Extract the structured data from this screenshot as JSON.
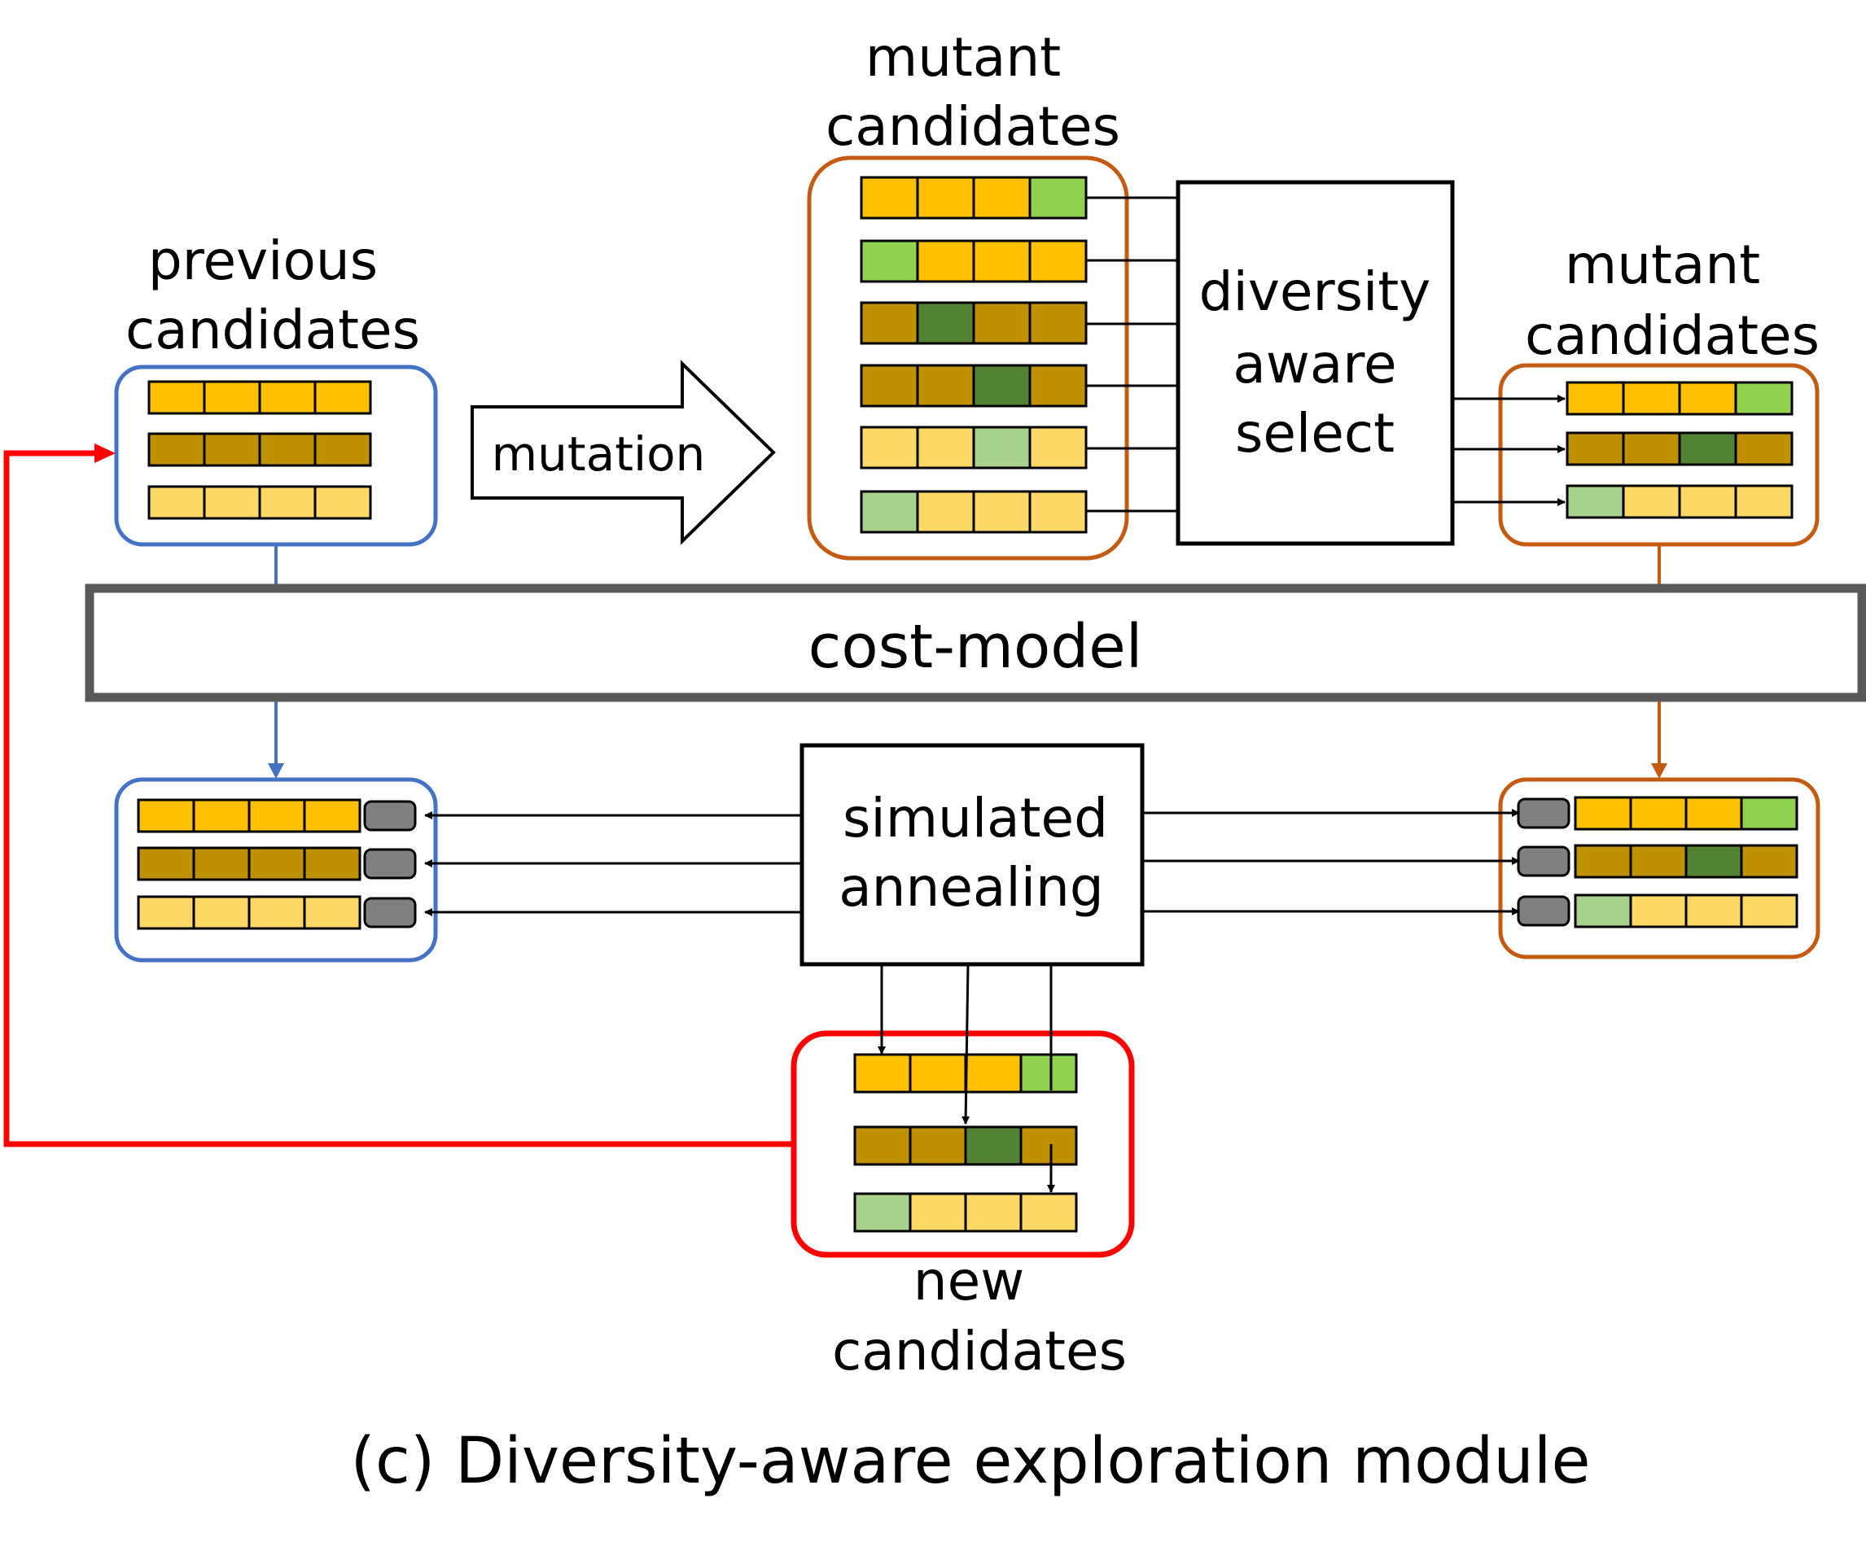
{
  "colors": {
    "orange": "#FFC000",
    "olive": "#BF9000",
    "light_yellow": "#FFD966",
    "light_green": "#92D050",
    "dark_green": "#548235",
    "pale_green": "#A9D18E",
    "gray": "#808080",
    "blue": "#4472C4",
    "brown": "#C55A11",
    "red": "#FF0000",
    "cost_model_border": "#595959"
  },
  "labels": {
    "previous_candidates": [
      "previous",
      "candidates"
    ],
    "mutant_candidates_top": [
      "mutant",
      "candidates"
    ],
    "mutant_candidates_right": [
      "mutant",
      "candidates"
    ],
    "new_candidates": [
      "new",
      "candidates"
    ],
    "mutation": "mutation",
    "diversity_select": [
      "diversity",
      "aware",
      "select"
    ],
    "cost_model": "cost-model",
    "simulated_annealing": [
      "simulated",
      "annealing"
    ],
    "caption": "(c) Diversity-aware exploration module"
  },
  "candidates": {
    "previous": [
      [
        "orange",
        "orange",
        "orange",
        "orange"
      ],
      [
        "olive",
        "olive",
        "olive",
        "olive"
      ],
      [
        "light_yellow",
        "light_yellow",
        "light_yellow",
        "light_yellow"
      ]
    ],
    "mutants": [
      [
        "orange",
        "orange",
        "orange",
        "light_green"
      ],
      [
        "light_green",
        "orange",
        "orange",
        "orange"
      ],
      [
        "olive",
        "dark_green",
        "olive",
        "olive"
      ],
      [
        "olive",
        "olive",
        "dark_green",
        "olive"
      ],
      [
        "light_yellow",
        "light_yellow",
        "pale_green",
        "light_yellow"
      ],
      [
        "pale_green",
        "light_yellow",
        "light_yellow",
        "light_yellow"
      ]
    ],
    "selected": [
      [
        "orange",
        "orange",
        "orange",
        "light_green"
      ],
      [
        "olive",
        "olive",
        "dark_green",
        "olive"
      ],
      [
        "pale_green",
        "light_yellow",
        "light_yellow",
        "light_yellow"
      ]
    ],
    "scored_previous": [
      [
        "orange",
        "orange",
        "orange",
        "orange"
      ],
      [
        "olive",
        "olive",
        "olive",
        "olive"
      ],
      [
        "light_yellow",
        "light_yellow",
        "light_yellow",
        "light_yellow"
      ]
    ],
    "scored_selected": [
      [
        "orange",
        "orange",
        "orange",
        "light_green"
      ],
      [
        "olive",
        "olive",
        "dark_green",
        "olive"
      ],
      [
        "pale_green",
        "light_yellow",
        "light_yellow",
        "light_yellow"
      ]
    ],
    "new": [
      [
        "orange",
        "orange",
        "orange",
        "light_green"
      ],
      [
        "olive",
        "olive",
        "dark_green",
        "olive"
      ],
      [
        "pale_green",
        "light_yellow",
        "light_yellow",
        "light_yellow"
      ]
    ]
  }
}
